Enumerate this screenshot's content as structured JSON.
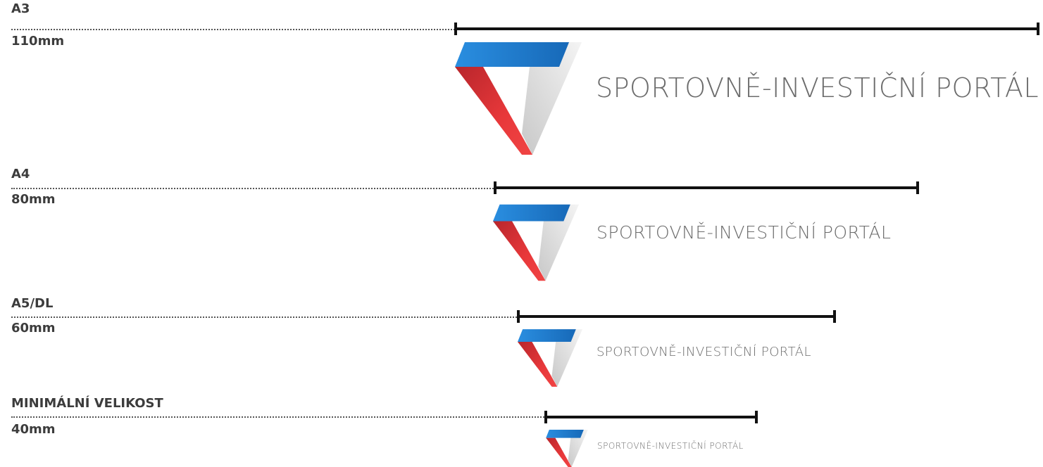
{
  "logo_text": "SPORTOVNĚ-INVESTIČNÍ PORTÁL",
  "colors": {
    "blue": "#1f7fd0",
    "red": "#e0312f",
    "gray": "#d9d9d9",
    "label": "#3c3c3c",
    "logo_text": "#6b6b6b"
  },
  "sizes": [
    {
      "format": "A3",
      "width": "110mm"
    },
    {
      "format": "A4",
      "width": "80mm"
    },
    {
      "format": "A5/DL",
      "width": "60mm"
    },
    {
      "format": "MINIMÁLNÍ VELIKOST",
      "width": "40mm"
    }
  ]
}
